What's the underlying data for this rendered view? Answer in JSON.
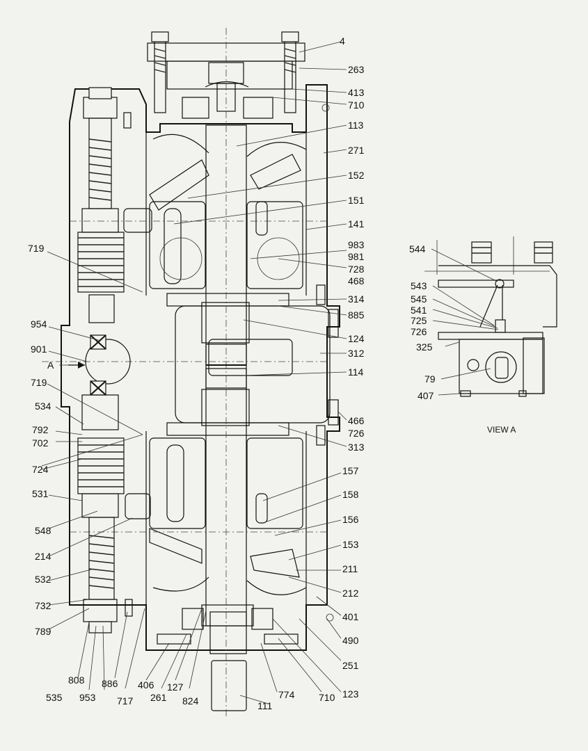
{
  "labels": {
    "right": [
      "4",
      "263",
      "413",
      "710",
      "113",
      "271",
      "152",
      "151",
      "141",
      "983",
      "981",
      "728",
      "468",
      "314",
      "885",
      "124",
      "312",
      "114",
      "466",
      "726",
      "313",
      "157",
      "158",
      "156",
      "153",
      "211",
      "212",
      "401",
      "490",
      "251",
      "123",
      "710",
      "774",
      "111"
    ],
    "left": [
      "719",
      "954",
      "901",
      "A",
      "719",
      "534",
      "792",
      "702",
      "724",
      "531",
      "548",
      "214",
      "532",
      "732",
      "789"
    ],
    "bottom": [
      "808",
      "535",
      "953",
      "886",
      "717",
      "406",
      "261",
      "127",
      "824"
    ],
    "view_a": [
      "544",
      "543",
      "545",
      "541",
      "725",
      "726",
      "325",
      "79",
      "407"
    ]
  },
  "view_title": "VIEW  A"
}
